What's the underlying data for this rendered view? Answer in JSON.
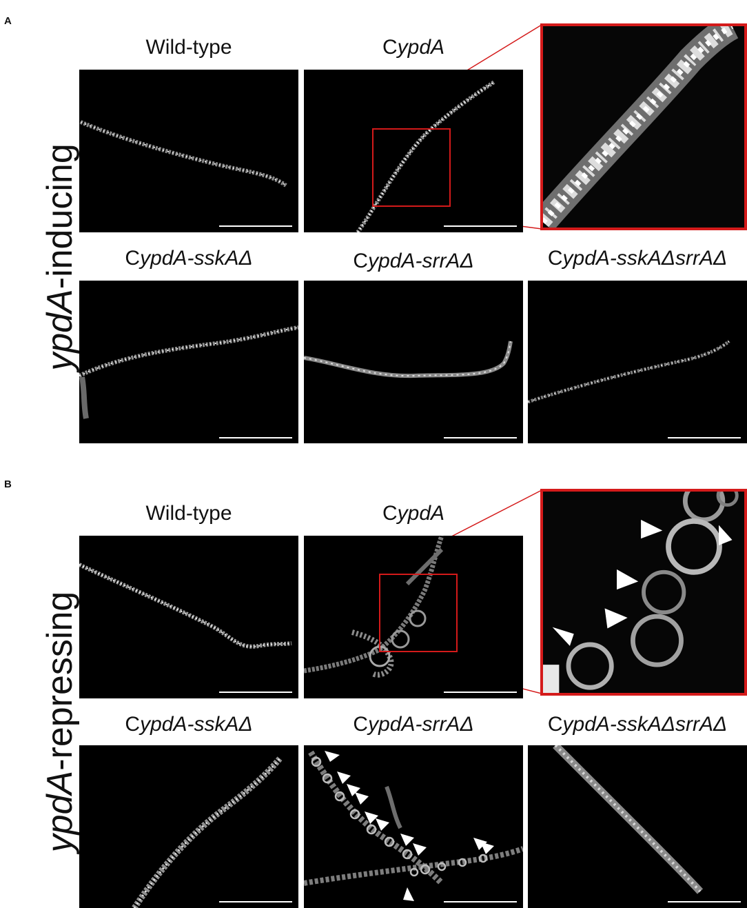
{
  "panels": {
    "A": {
      "letter": "A",
      "row_label": "ypdA-inducing",
      "row_label_italic": "ypdA",
      "row_label_rest": "-inducing",
      "titles": {
        "wildtype": "Wild-type",
        "cypda_c": "C",
        "cypda_i": "ypdA",
        "sska_c": "C",
        "sska_i": "ypdA-sskAΔ",
        "srra_c": "C",
        "srra_i": "ypdA-srrAΔ",
        "double_c": "C",
        "double_i": "ypdA-sskAΔsrrAΔ"
      }
    },
    "B": {
      "letter": "B",
      "row_label": "ypdA-repressing",
      "row_label_italic": "ypdA",
      "row_label_rest": "-repressing",
      "titles": {
        "wildtype": "Wild-type",
        "cypda_c": "C",
        "cypda_i": "ypdA",
        "sska_c": "C",
        "sska_i": "ypdA-sskAΔ",
        "srra_c": "C",
        "srra_i": "ypdA-srrAΔ",
        "double_c": "C",
        "double_i": "ypdA-sskAΔsrrAΔ"
      }
    }
  },
  "colors": {
    "inset_border": "#d41a1a",
    "scale_bar": "#ffffff",
    "arrowhead": "#ffffff",
    "background": "#000000"
  }
}
